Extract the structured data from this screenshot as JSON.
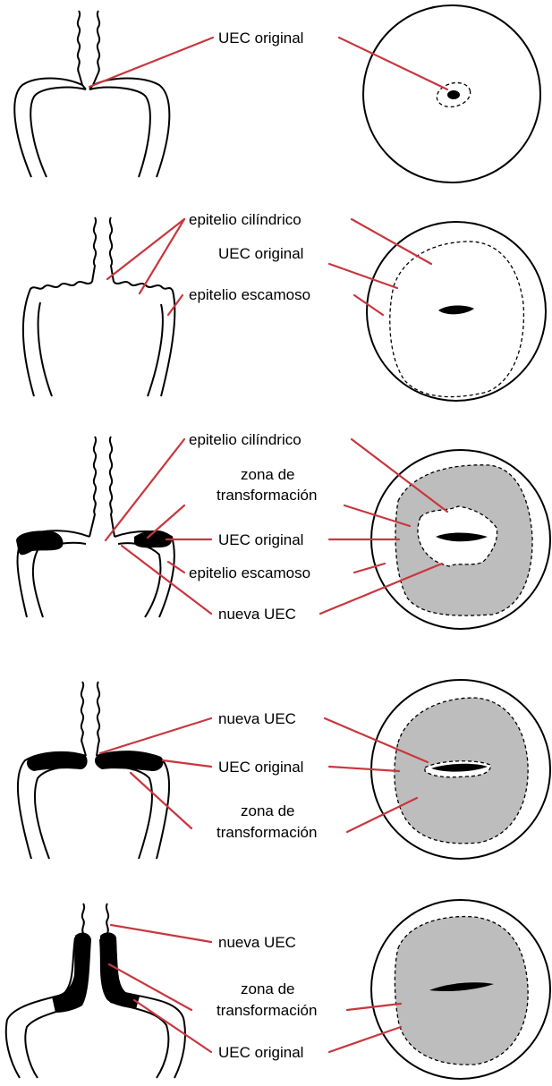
{
  "panels": [
    {
      "labels": [
        "UEC original"
      ]
    },
    {
      "labels": [
        "epitelio cilíndrico",
        "UEC original",
        "epitelio escamoso"
      ]
    },
    {
      "labels": [
        "epitelio cilíndrico",
        "zona de",
        "transformación",
        "UEC original",
        "epitelio escamoso",
        "nueva UEC"
      ]
    },
    {
      "labels": [
        "nueva UEC",
        "UEC original",
        "zona de",
        "transformación"
      ]
    },
    {
      "labels": [
        "nueva UEC",
        "zona de",
        "transformación",
        "UEC original"
      ]
    }
  ],
  "colors": {
    "leader_line": "#c8373f",
    "transformation_zone": "#bdbdbd",
    "outline": "#000000"
  }
}
